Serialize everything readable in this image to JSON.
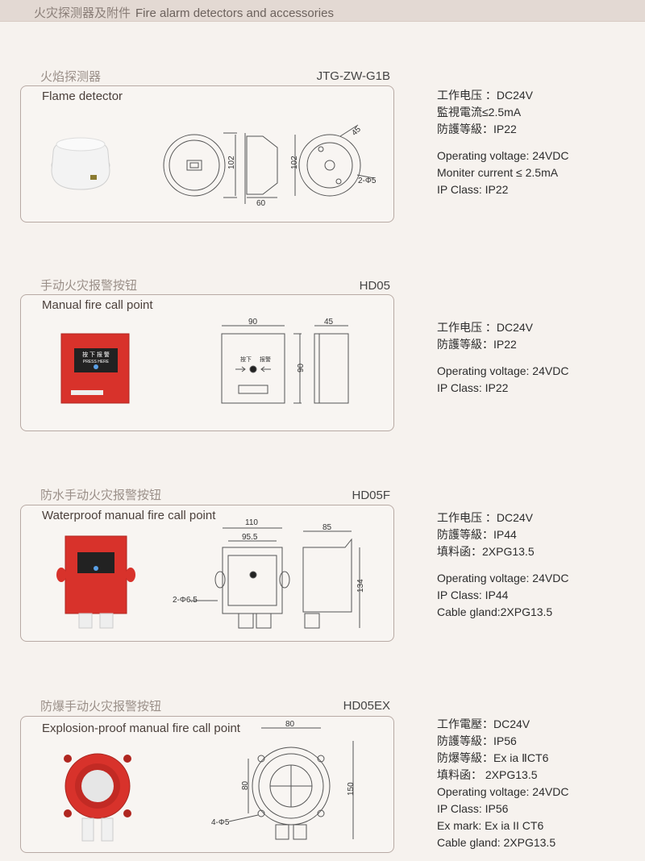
{
  "header": {
    "cn": "火灾探测器及附件",
    "en": "Fire alarm detectors and accessories"
  },
  "sections": [
    {
      "cn": "火焰探测器",
      "model": "JTG-ZW-G1B",
      "title": "Flame detector",
      "specs": [
        "工作电压 ：DC24V",
        "監視電流≤2.5mA",
        "防護等級：IP22",
        "",
        "Operating voltage: 24VDC",
        "Moniter current ≤ 2.5mA",
        "IP Class: IP22"
      ],
      "dims": {
        "a": "102",
        "b": "60",
        "c": "102",
        "d": "45",
        "e": "2-Φ5"
      }
    },
    {
      "cn": "手动火灾报警按钮",
      "model": "HD05",
      "title": "Manual fire call point",
      "specs": [
        "工作电压 ：DC24V",
        "防護等級：IP22",
        "",
        "Operating voltage: 24VDC",
        "IP Class: IP22"
      ],
      "dims": {
        "a": "90",
        "b": "90",
        "c": "45"
      },
      "labels": {
        "press_cn": "按下",
        "alarm_cn": "报警",
        "press_en": "PRESS HERE",
        "device": "按 下 报 警"
      }
    },
    {
      "cn": "防水手动火灾报警按钮",
      "model": "HD05F",
      "title": "Waterproof manual fire call point",
      "specs": [
        "工作电压 ：DC24V",
        "防護等級：IP44",
        "填料函：2XPG13.5",
        "",
        "Operating voltage: 24VDC",
        "IP Class: IP44",
        "Cable gland:2XPG13.5"
      ],
      "dims": {
        "a": "110",
        "b": "95.5",
        "c": "85",
        "d": "134",
        "e": "2-Φ6.5"
      }
    },
    {
      "cn": "防爆手动火灾报警按钮",
      "model": "HD05EX",
      "title": "Explosion-proof manual fire call point",
      "specs": [
        "工作電壓：DC24V",
        "防護等級：IP56",
        "防爆等級：Ex ia ⅡCT6",
        "填料函：    2XPG13.5",
        "Operating voltage: 24VDC",
        "IP Class: IP56",
        "Ex mark: Ex ia II CT6",
        "Cable gland: 2XPG13.5"
      ],
      "dims": {
        "a": "80",
        "b": "80",
        "c": "150",
        "d": "4-Φ5"
      }
    }
  ]
}
